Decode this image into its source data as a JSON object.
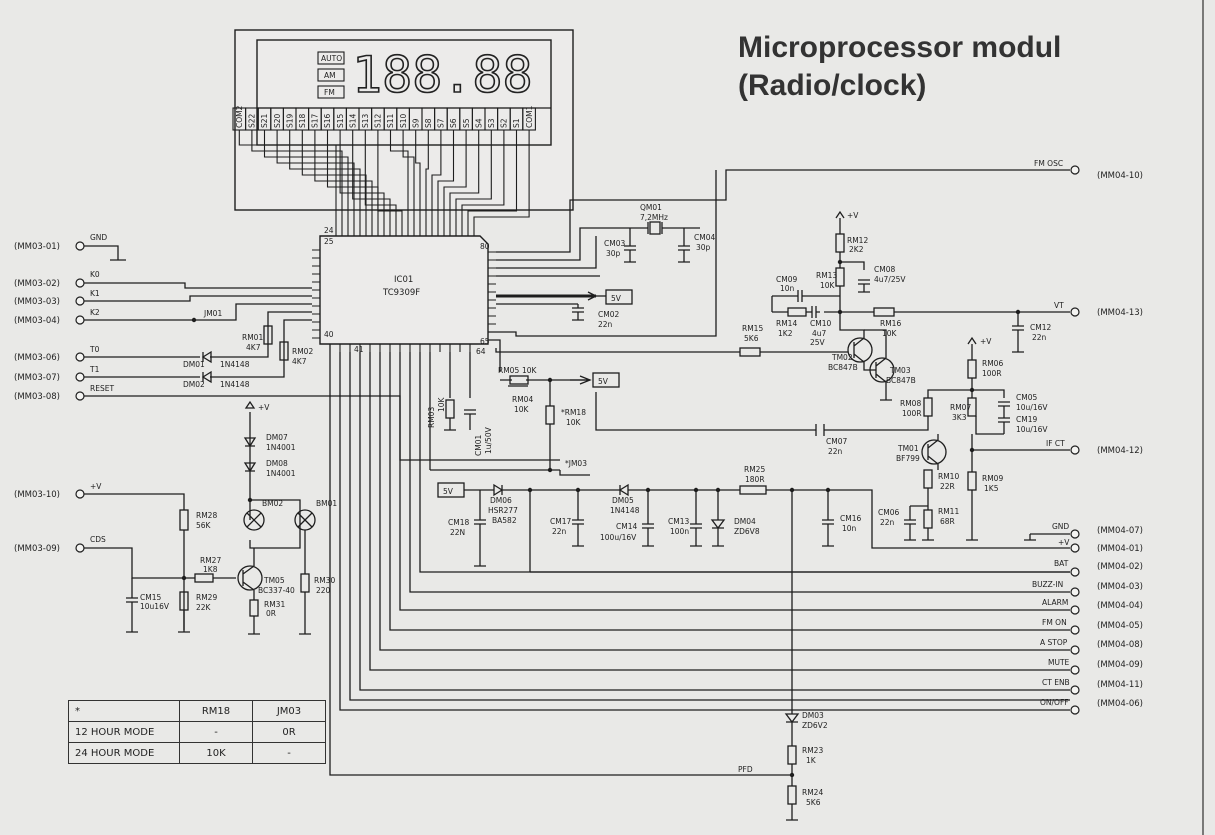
{
  "title": {
    "line1": "Microprocessor modul",
    "line2": "(Radio/clock)"
  },
  "display": {
    "digits": "188.88",
    "modes": [
      "AUTO",
      "AM",
      "FM"
    ],
    "segment_pins": [
      "COM2",
      "S22",
      "S21",
      "S20",
      "S19",
      "S18",
      "S17",
      "S16",
      "S15",
      "S14",
      "S13",
      "S12",
      "S11",
      "S10",
      "S9",
      "S8",
      "S7",
      "S6",
      "S5",
      "S4",
      "S3",
      "S2",
      "S1",
      "COM1"
    ]
  },
  "ic": {
    "name": "IC01",
    "part": "TC9309F",
    "pins": {
      "p24": "24",
      "p25": "25",
      "p80": "80",
      "p40": "40",
      "p41": "41",
      "p65": "65",
      "p64": "64"
    }
  },
  "left_connectors": [
    {
      "id": "(MM03-01)",
      "net": "GND"
    },
    {
      "id": "(MM03-02)",
      "net": "K0"
    },
    {
      "id": "(MM03-03)",
      "net": "K1"
    },
    {
      "id": "(MM03-04)",
      "net": "K2"
    },
    {
      "id": "(MM03-06)",
      "net": "T0"
    },
    {
      "id": "(MM03-07)",
      "net": "T1"
    },
    {
      "id": "(MM03-08)",
      "net": "RESET"
    },
    {
      "id": "(MM03-10)",
      "net": "+V"
    },
    {
      "id": "(MM03-09)",
      "net": "CDS"
    }
  ],
  "right_connectors": [
    {
      "id": "(MM04-10)",
      "net": "FM OSC"
    },
    {
      "id": "(MM04-13)",
      "net": "VT"
    },
    {
      "id": "(MM04-12)",
      "net": "IF CT"
    },
    {
      "id": "(MM04-07)",
      "net": "GND"
    },
    {
      "id": "(MM04-01)",
      "net": "+V"
    },
    {
      "id": "(MM04-02)",
      "net": "BAT"
    },
    {
      "id": "(MM04-03)",
      "net": "BUZZ-IN"
    },
    {
      "id": "(MM04-04)",
      "net": "ALARM"
    },
    {
      "id": "(MM04-05)",
      "net": "FM ON"
    },
    {
      "id": "(MM04-08)",
      "net": "A STOP"
    },
    {
      "id": "(MM04-09)",
      "net": "MUTE"
    },
    {
      "id": "(MM04-11)",
      "net": "CT ENB"
    },
    {
      "id": "(MM04-06)",
      "net": "ON/OFF"
    }
  ],
  "components": {
    "JM01": "JM01",
    "RM01": [
      "RM01",
      "4K7"
    ],
    "RM02": [
      "RM02",
      "4K7"
    ],
    "DM01": [
      "DM01",
      "1N4148"
    ],
    "DM02": [
      "DM02",
      "1N4148"
    ],
    "QM01": [
      "QM01",
      "7,2MHz"
    ],
    "CM03": [
      "CM03",
      "30p"
    ],
    "CM04": [
      "CM04",
      "30p"
    ],
    "CM02": [
      "CM02",
      "22n"
    ],
    "v5a": "5V",
    "v5b": "5V",
    "v5c": "5V",
    "RM05": [
      "RM05",
      "10K"
    ],
    "RM04": [
      "RM04",
      "10K"
    ],
    "RM03": [
      "RM03",
      "10K"
    ],
    "CM01": [
      "CM01",
      "1u/50V"
    ],
    "RM18": [
      "*RM18",
      "10K"
    ],
    "JM03": "*JM03",
    "DM06": [
      "DM06",
      "HSR277",
      "BA582"
    ],
    "DM05": [
      "DM05",
      "1N4148"
    ],
    "RM25": [
      "RM25",
      "180R"
    ],
    "CM18": [
      "CM18",
      "22N"
    ],
    "CM17": [
      "CM17",
      "22n"
    ],
    "CM14": [
      "CM14",
      "100u/16V"
    ],
    "CM13": [
      "CM13",
      "100n"
    ],
    "DM04": [
      "DM04",
      "ZD6V8"
    ],
    "CM16": [
      "CM16",
      "10n"
    ],
    "DM07": [
      "DM07",
      "1N4001"
    ],
    "DM08": [
      "DM08",
      "1N4001"
    ],
    "BM01": "BM01",
    "BM02": "BM02",
    "RM28": [
      "RM28",
      "56K"
    ],
    "RM27": [
      "RM27",
      "1K8"
    ],
    "RM29": [
      "RM29",
      "22K"
    ],
    "CM15": [
      "CM15",
      "10u16V"
    ],
    "TM05": [
      "TM05",
      "BC337-40"
    ],
    "RM31": [
      "RM31",
      "0R"
    ],
    "RM30": [
      "RM30",
      "220"
    ],
    "RM12": [
      "RM12",
      "2K2"
    ],
    "RM13": [
      "RM13",
      "10K"
    ],
    "CM08": [
      "CM08",
      "4u7/25V"
    ],
    "CM09": [
      "CM09",
      "10n"
    ],
    "RM14": [
      "RM14",
      "1K2"
    ],
    "CM10": [
      "CM10",
      "4u7",
      "25V"
    ],
    "RM16": [
      "RM16",
      "10K"
    ],
    "CM12": [
      "CM12",
      "22n"
    ],
    "RM15": [
      "RM15",
      "5K6"
    ],
    "TM02": [
      "TM02",
      "BC847B"
    ],
    "TM03": [
      "TM03",
      "BC847B"
    ],
    "RM06": [
      "RM06",
      "100R"
    ],
    "RM08": [
      "RM08",
      "100R"
    ],
    "RM07": [
      "RM07",
      "3K3"
    ],
    "CM05": [
      "CM05",
      "10u/16V"
    ],
    "CM19": [
      "CM19",
      "10u/16V"
    ],
    "CM07": [
      "CM07",
      "22n"
    ],
    "TM01": [
      "TM01",
      "BF799"
    ],
    "RM10": [
      "RM10",
      "22R"
    ],
    "RM11": [
      "RM11",
      "68R"
    ],
    "RM09": [
      "RM09",
      "1K5"
    ],
    "CM06": [
      "CM06",
      "22n"
    ],
    "DM03": [
      "DM03",
      "ZD6V2"
    ],
    "RM23": [
      "RM23",
      "1K"
    ],
    "RM24": [
      "RM24",
      "5K6"
    ],
    "PFD": "PFD",
    "vplus": "+V"
  },
  "mode_table": {
    "header": [
      "*",
      "RM18",
      "JM03"
    ],
    "rows": [
      [
        "12 HOUR MODE",
        "-",
        "0R"
      ],
      [
        "24 HOUR MODE",
        "10K",
        "-"
      ]
    ]
  }
}
